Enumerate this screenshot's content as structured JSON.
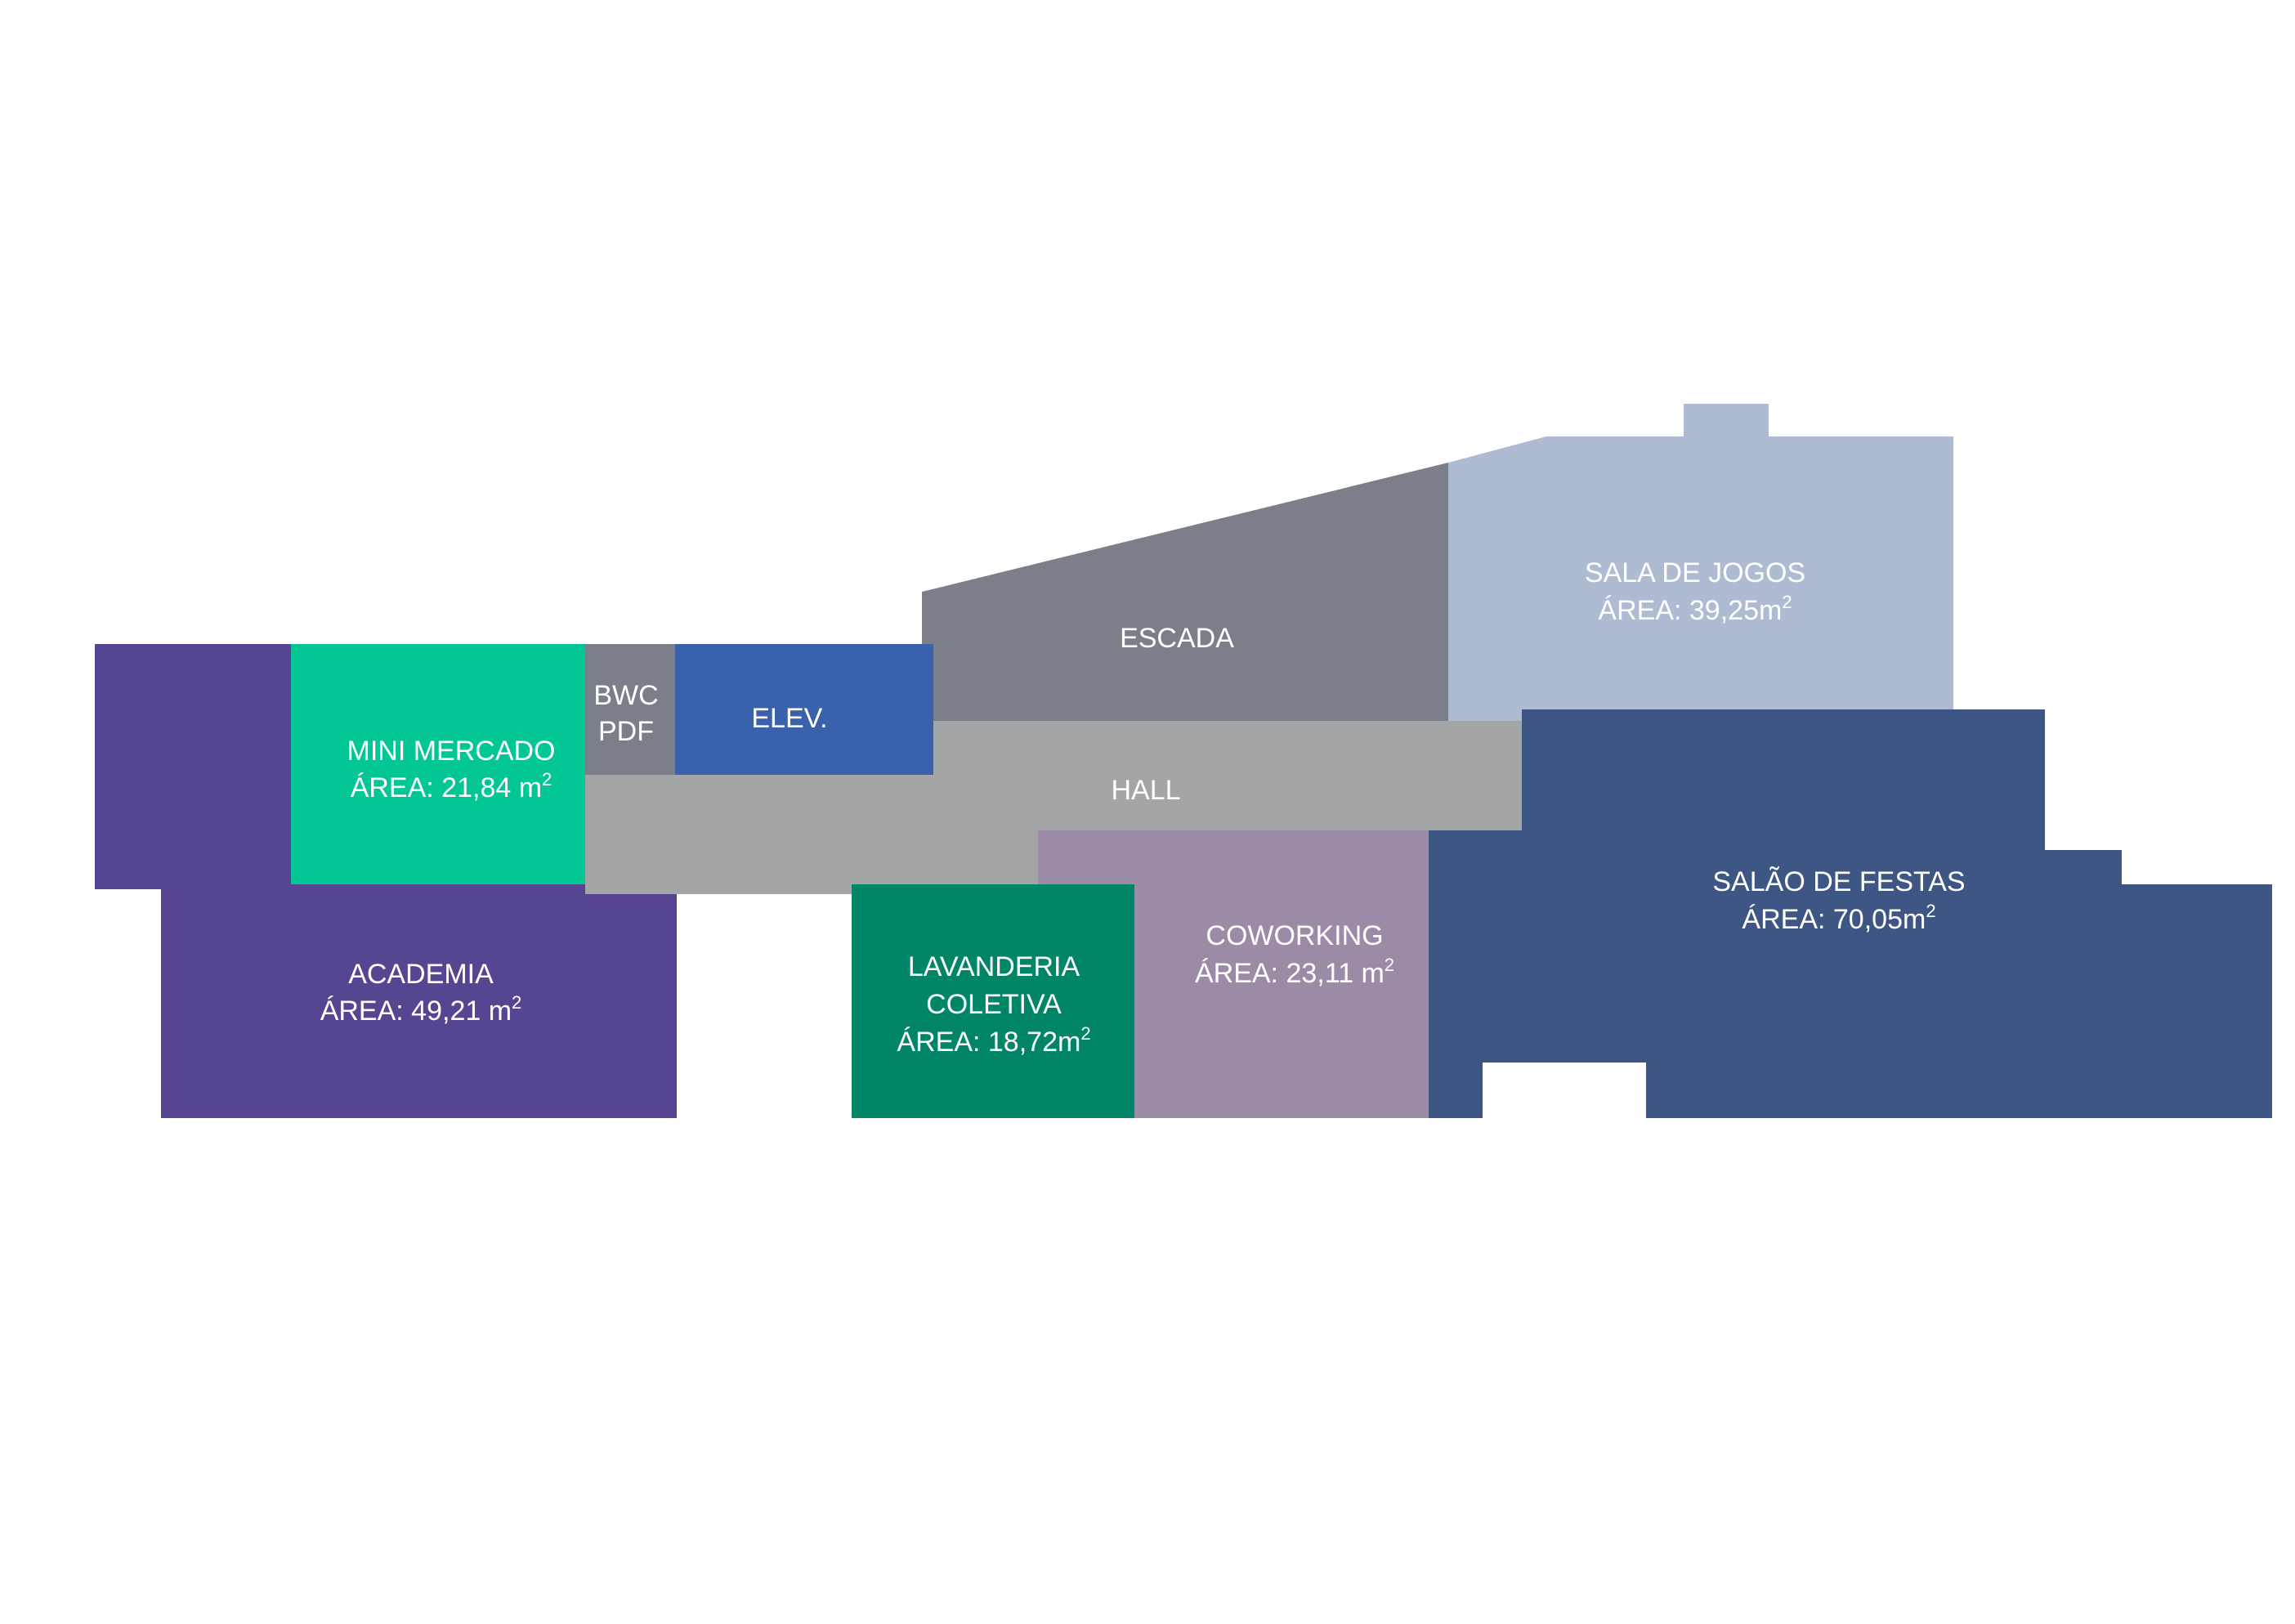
{
  "colors": {
    "academia": "#574592",
    "mini_mercado": "#02c795",
    "bwc_pdf": "#7c7f89",
    "elev": "#3a61ab",
    "escada": "#7c7f89",
    "sala_de_jogos": "#aebbd3",
    "hall": "#a4a5a7",
    "lavanderia": "#008566",
    "coworking": "#9c8ba6",
    "salao_de_festas": "#3d5684"
  },
  "rooms": {
    "mini_mercado": {
      "name": "MINI MERCADO",
      "area": "ÁREA: 21,84 m",
      "unit_sup": "2"
    },
    "bwc_pdf": {
      "line1": "BWC",
      "line2": "PDF"
    },
    "elev": {
      "name": "ELEV."
    },
    "escada": {
      "name": "ESCADA"
    },
    "sala_de_jogos": {
      "name": "SALA DE JOGOS",
      "area": "ÁREA: 39,25m",
      "unit_sup": "2"
    },
    "hall": {
      "name": "HALL"
    },
    "academia": {
      "name": "ACADEMIA",
      "area": "ÁREA: 49,21 m",
      "unit_sup": "2"
    },
    "lavanderia": {
      "line1": "LAVANDERIA",
      "line2": "COLETIVA",
      "area": "ÁREA: 18,72m",
      "unit_sup": "2"
    },
    "coworking": {
      "name": "COWORKING",
      "area": "ÁREA: 23,11 m",
      "unit_sup": "2"
    },
    "salao_de_festas": {
      "name": "SALÃO DE FESTAS",
      "area": "ÁREA: 70,05m",
      "unit_sup": "2"
    }
  }
}
